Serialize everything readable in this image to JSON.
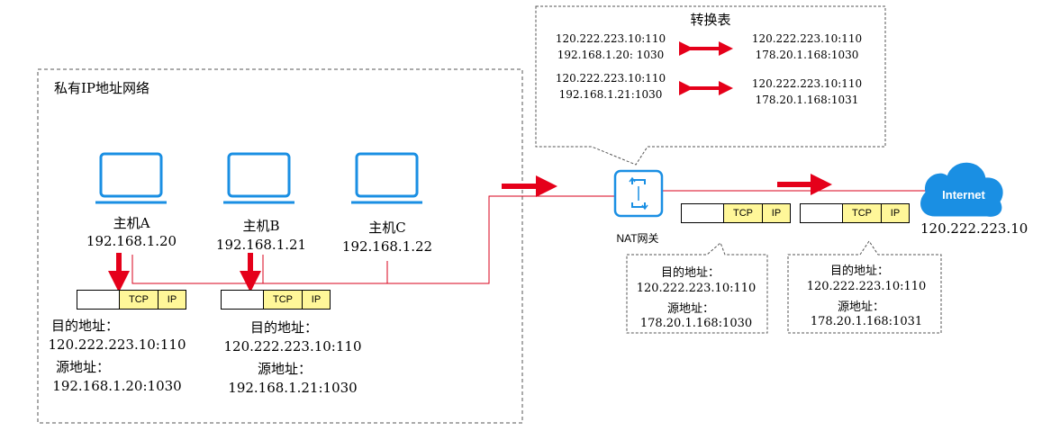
{
  "private_network": {
    "label": "私有IP地址网络"
  },
  "hosts": [
    {
      "name": "主机A",
      "ip": "192.168.1.20"
    },
    {
      "name": "主机B",
      "ip": "192.168.1.21"
    },
    {
      "name": "主机C",
      "ip": "192.168.1.22"
    }
  ],
  "packet": {
    "tcp": "TCP",
    "ip": "IP"
  },
  "host_packets": [
    {
      "dest_label": "目的地址：",
      "dest": "120.222.223.10:110",
      "src_label": "源地址：",
      "src": "192.168.1.20:1030"
    },
    {
      "dest_label": "目的地址：",
      "dest": "120.222.223.10:110",
      "src_label": "源地址：",
      "src": "192.168.1.21:1030"
    }
  ],
  "translation_table": {
    "title": "转换表",
    "rows": [
      {
        "left_1": "120.222.223.10:110",
        "left_2": "192.168.1.20: 1030",
        "right_1": "120.222.223.10:110",
        "right_2": "178.20.1.168:1030"
      },
      {
        "left_1": "120.222.223.10:110",
        "left_2": "192.168.1.21:1030",
        "right_1": "120.222.223.10:110",
        "right_2": "178.20.1.168:1031"
      }
    ]
  },
  "nat": {
    "label": "NAT网关"
  },
  "nat_packets": [
    {
      "dest_label": "目的地址：",
      "dest": "120.222.223.10:110",
      "src_label": "源地址：",
      "src": "178.20.1.168:1030"
    },
    {
      "dest_label": "目的地址：",
      "dest": "120.222.223.10:110",
      "src_label": "源地址：",
      "src": "178.20.1.168:1031"
    }
  ],
  "internet": {
    "label": "Internet",
    "ip": "120.222.223.10"
  },
  "colors": {
    "accent": "#1a8fe3",
    "arrow": "#e5001a",
    "line": "#d9001b",
    "packet_fill": "#fff799"
  }
}
